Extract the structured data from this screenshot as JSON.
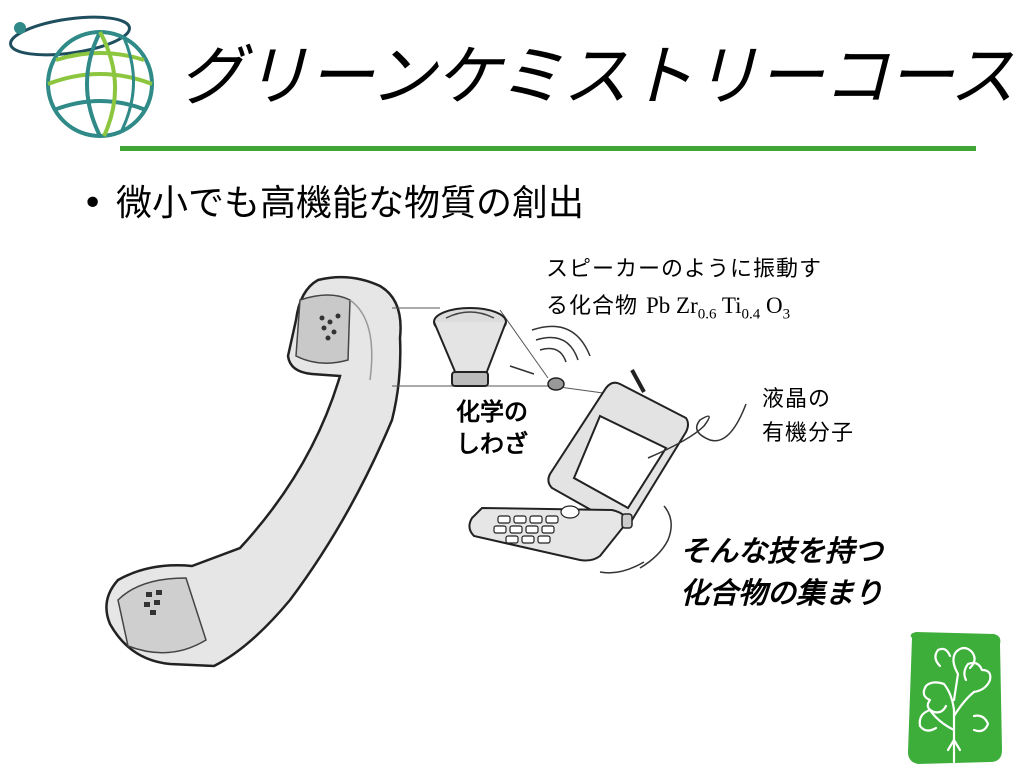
{
  "slide": {
    "title": "グリーンケミストリーコース",
    "bullet": "微小でも高機能な物質の創出"
  },
  "labels": {
    "speaker": {
      "line1": "スピーカーのように振動す",
      "line2_prefix": "る化合物 ",
      "formula_pb": "Pb",
      "formula_zr": "Zr",
      "formula_zr_sub": "0.6",
      "formula_ti": "Ti",
      "formula_ti_sub": "0.4",
      "formula_o": "O",
      "formula_o_sub": "3"
    },
    "chemistry": {
      "line1": "化学の",
      "line2": "しわざ"
    },
    "liquid_crystal": {
      "line1": "液晶の",
      "line2": "有機分子"
    },
    "compounds": {
      "line1": "そんな技を持つ",
      "line2": "化合物の集まり"
    }
  },
  "colors": {
    "accent_green": "#3fa535",
    "tree_green": "#3dae3a",
    "globe_teal": "#2f8a88",
    "globe_green": "#8cc63f",
    "globe_dark": "#1f4e5f"
  },
  "icons": [
    "globe-logo-icon",
    "tree-logo-icon",
    "telephone-handset-icon",
    "speaker-icon",
    "mobile-phone-icon",
    "sound-wave-icon"
  ]
}
